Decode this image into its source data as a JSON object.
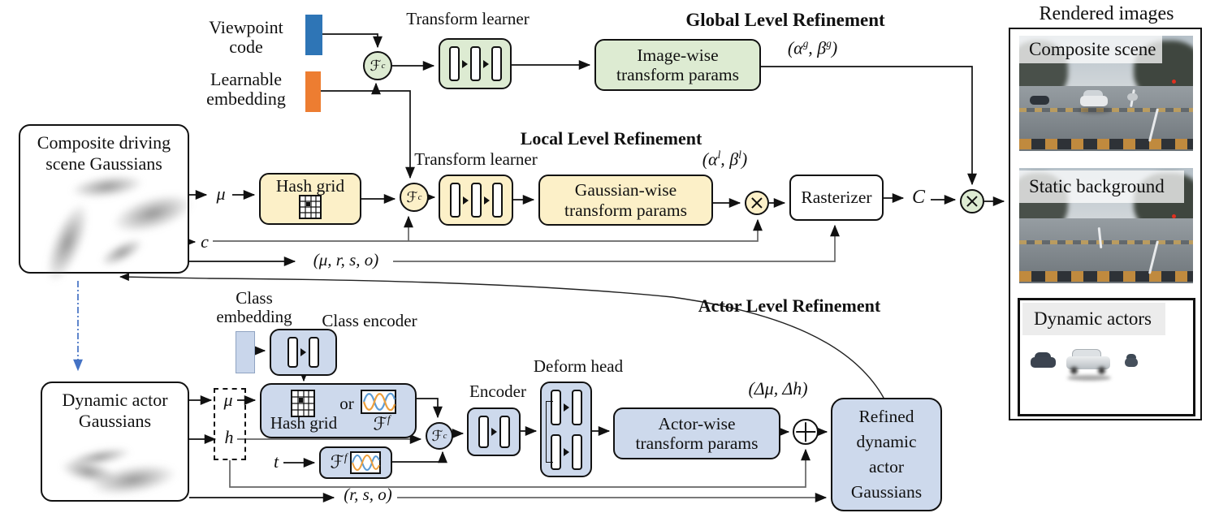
{
  "figure": {
    "headings": {
      "global": "Global Level Refinement",
      "local": "Local Level Refinement",
      "actor": "Actor Level Refinement"
    },
    "nodes": {
      "viewpoint_code": "Viewpoint code",
      "learnable_embedding": "Learnable embedding",
      "composite_gaussians": "Composite driving scene Gaussians",
      "transform_learner": "Transform learner",
      "image_wise_params": "Image-wise transform params",
      "hash_grid": "Hash grid",
      "gaussian_wise_params": "Gaussian-wise transform params",
      "rasterizer": "Rasterizer",
      "dynamic_gaussians": "Dynamic actor Gaussians",
      "class_embedding": "Class embedding",
      "class_encoder": "Class encoder",
      "or": "or",
      "encoder": "Encoder",
      "deform_head": "Deform head",
      "actor_wise_params": "Actor-wise transform params",
      "refined_gaussians": "Refined dynamic actor Gaussians"
    },
    "math": {
      "mu": "μ",
      "c": "c",
      "h": "h",
      "t": "t",
      "C": "C",
      "mu_r_s_o": "(μ, r, s, o)",
      "r_s_o": "(r, s, o)",
      "delta_mu_h": "(Δμ, Δh)",
      "alpha_beta_global": {
        "pre": "(α",
        "sup1": "g",
        "mid": ", β",
        "sup2": "g",
        "post": ")"
      },
      "alpha_beta_local": {
        "pre": "(α",
        "sup1": "l",
        "mid": ", β",
        "sup2": "l",
        "post": ")"
      },
      "f_c": {
        "base": "ℱ",
        "sup": "c"
      },
      "f_f": {
        "base": "ℱ",
        "sup": "f"
      }
    },
    "rendered_images": {
      "title": "Rendered images",
      "panel1": "Composite scene",
      "panel2": "Static background",
      "panel3": "Dynamic actors"
    },
    "colors": {
      "global_green": "#ddebd2",
      "local_yellow": "#fcf0c8",
      "actor_blue": "#cdd9ec",
      "viewpoint_blue": "#2e75b6",
      "embedding_orange": "#ed7d31",
      "dash_arrow_blue": "#4472c4"
    }
  }
}
